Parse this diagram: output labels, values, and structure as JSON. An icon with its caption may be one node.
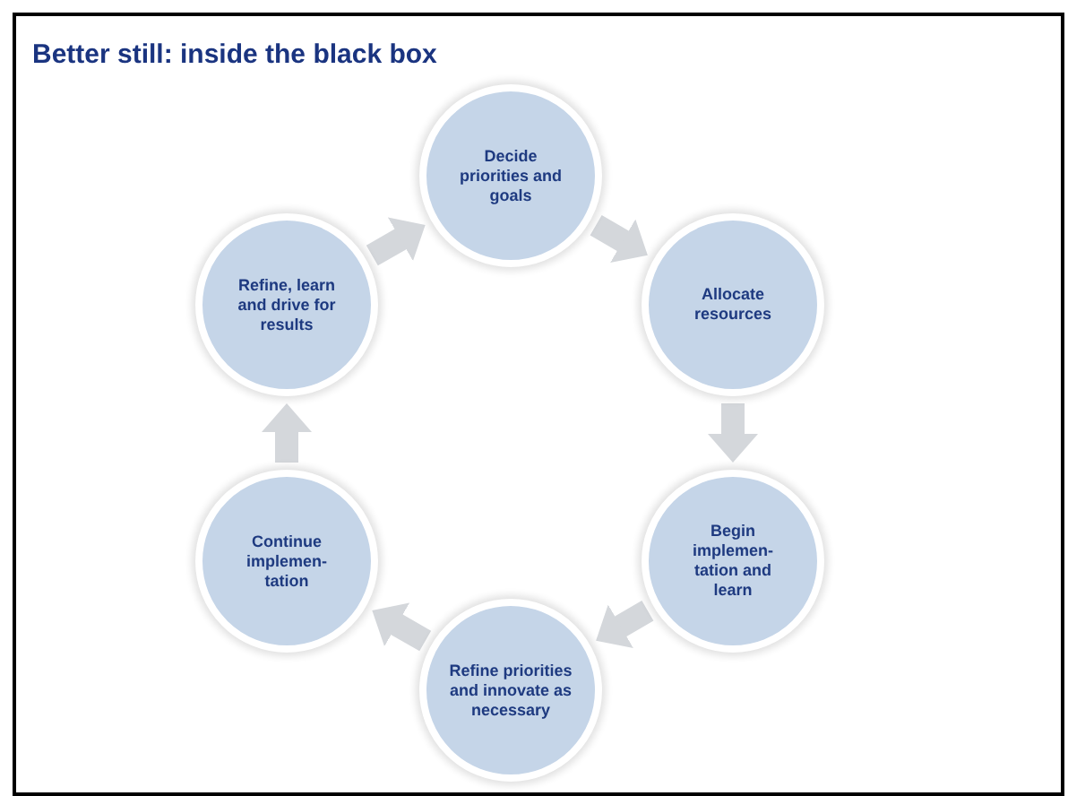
{
  "diagram": {
    "title": "Better still: inside the black box",
    "nodes": [
      {
        "text": [
          "Decide priorities and goals"
        ]
      },
      {
        "text": [
          "Refine, learn and drive for results"
        ]
      },
      {
        "text": [
          "Allocate resources"
        ]
      },
      {
        "text": [
          "Continue implemen-tation"
        ]
      },
      {
        "text": [
          "Begin implemen-tation and learn"
        ]
      },
      {
        "text": [
          "Refine priorities and innovate as necessary"
        ]
      }
    ],
    "edges": [
      {
        "from": 0,
        "to": 2,
        "arrow": "to"
      },
      {
        "from": 2,
        "to": 4,
        "arrow": "to"
      },
      {
        "from": 4,
        "to": 5,
        "arrow": "to"
      },
      {
        "from": 5,
        "to": 3,
        "arrow": "to"
      },
      {
        "from": 3,
        "to": 1,
        "arrow": "to"
      },
      {
        "from": 1,
        "to": 0,
        "arrow": "to"
      }
    ]
  }
}
